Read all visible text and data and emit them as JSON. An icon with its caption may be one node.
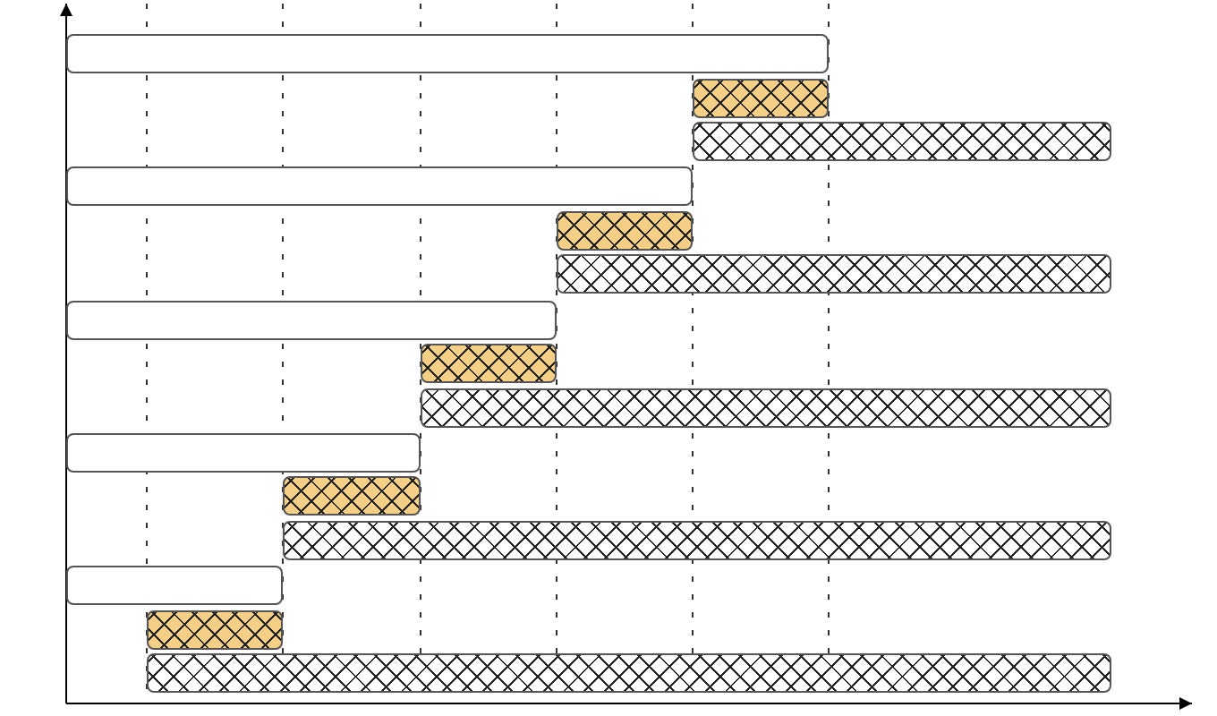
{
  "diagram": {
    "nodes": [
      {
        "text": [],
        "shape": "bar"
      },
      {
        "text": [],
        "shape": "bar"
      },
      {
        "text": [],
        "shape": "bar"
      },
      {
        "text": [],
        "shape": "bar"
      },
      {
        "text": [],
        "shape": "bar"
      },
      {
        "text": [],
        "shape": "bar"
      },
      {
        "text": [],
        "shape": "bar"
      },
      {
        "text": [],
        "shape": "bar"
      },
      {
        "text": [],
        "shape": "bar"
      },
      {
        "text": [],
        "shape": "bar"
      },
      {
        "text": [],
        "shape": "bar"
      },
      {
        "text": [],
        "shape": "bar"
      },
      {
        "text": [],
        "shape": "bar"
      },
      {
        "text": [],
        "shape": "bar"
      },
      {
        "text": [],
        "shape": "bar"
      }
    ]
  }
}
